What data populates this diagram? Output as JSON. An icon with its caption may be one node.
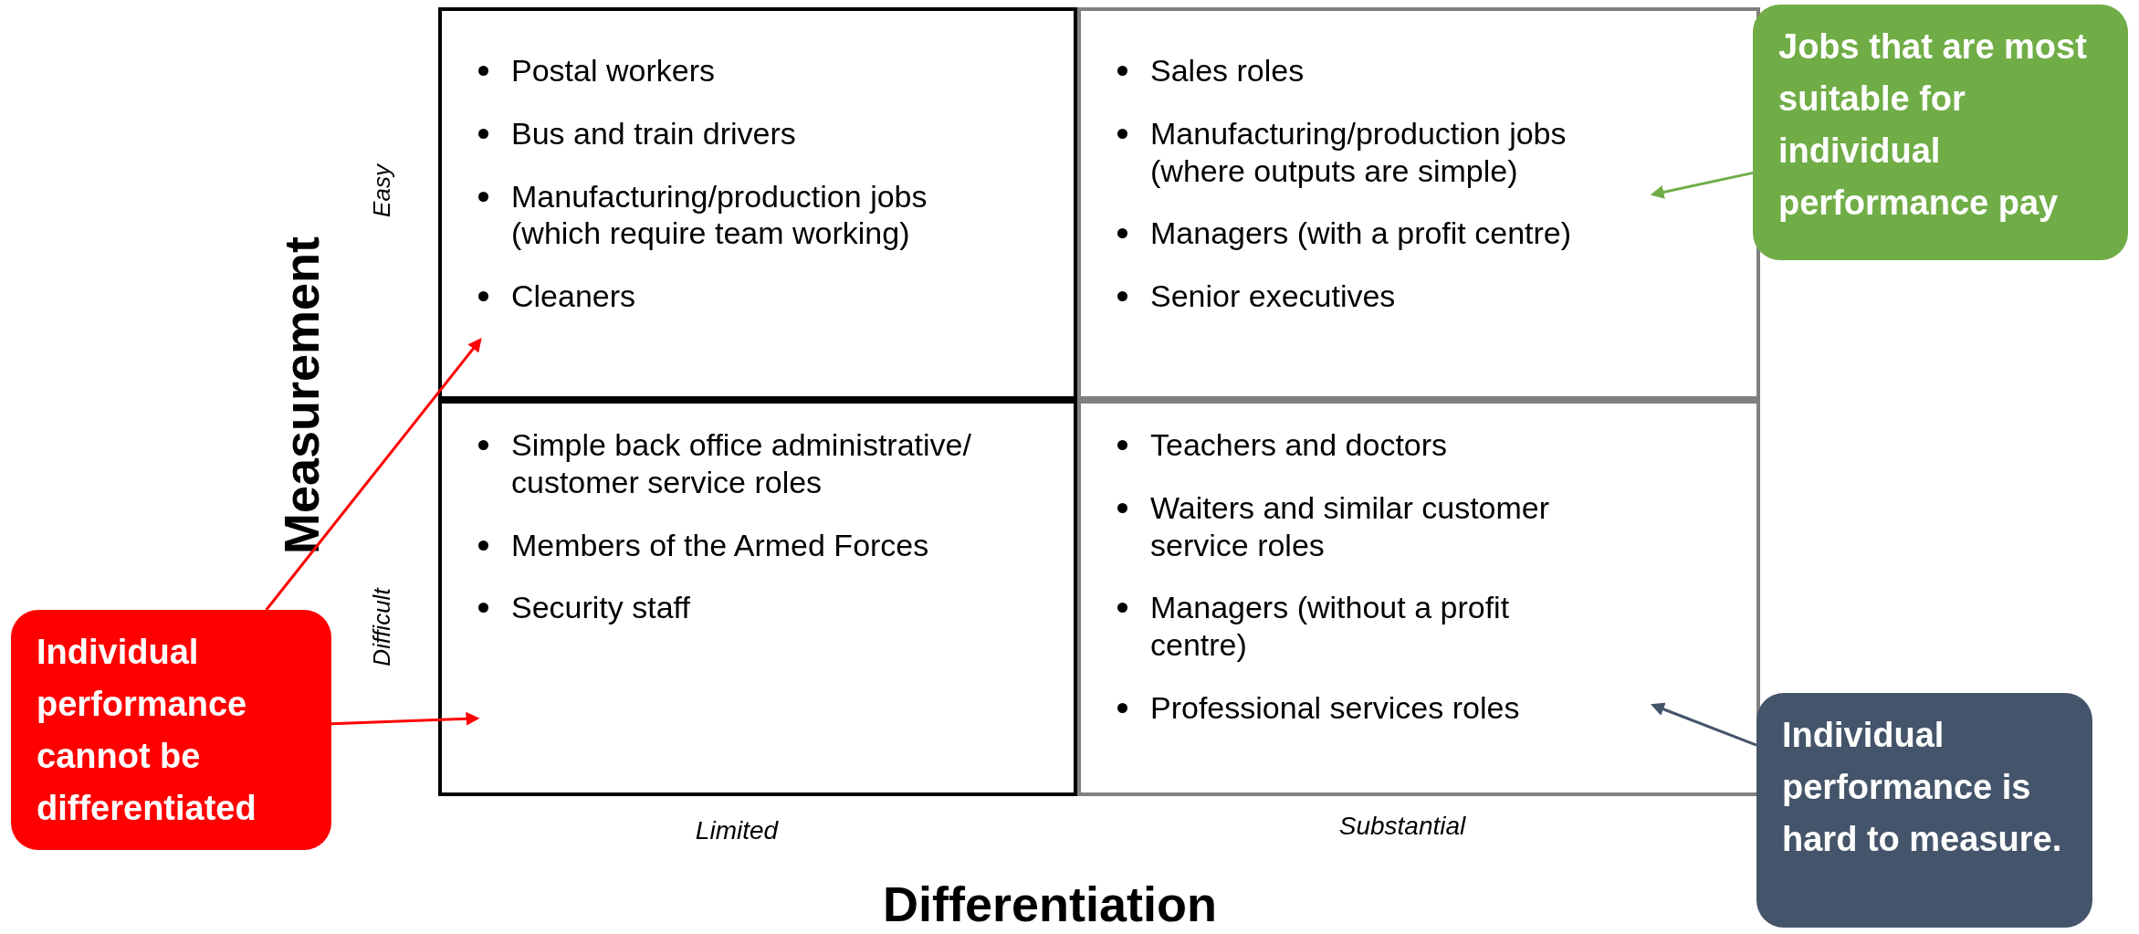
{
  "diagram": {
    "nodes": [
      {
        "text": [
          "Postal workers",
          "Bus and train drivers",
          "Manufacturing/production jobs (which require team working)",
          "Cleaners"
        ]
      },
      {
        "text": [
          "Sales roles",
          "Manufacturing/production jobs (where outputs are simple)",
          "Managers (with a profit centre)",
          "Senior executives"
        ]
      },
      {
        "text": [
          "Jobs that are most suitable for individual performance pay"
        ]
      },
      {
        "text": [
          "Simple back office administrative/ customer service roles",
          "Members of the Armed Forces",
          "Security staff"
        ]
      },
      {
        "text": [
          "Teachers and doctors",
          "Waiters and similar customer service roles",
          "Managers (without a profit centre)",
          "Professional services roles"
        ]
      },
      {
        "text": [
          "Individual performance cannot be differentiated"
        ]
      },
      {
        "text": [
          "Individual performance is hard to measure."
        ]
      }
    ],
    "edges": [
      {
        "from": 5,
        "to": 0,
        "arrow": "to",
        "color": "#ff0000"
      },
      {
        "from": 5,
        "to": 3,
        "arrow": "to",
        "color": "#ff0000"
      },
      {
        "from": 2,
        "to": 1,
        "arrow": "to",
        "color": "#70ad47"
      },
      {
        "from": 6,
        "to": 4,
        "arrow": "to",
        "color": "#44546a"
      }
    ],
    "labels": [
      "Measurement",
      "Easy",
      "Difficult",
      "Limited",
      "Substantial",
      "Differentiation"
    ]
  }
}
